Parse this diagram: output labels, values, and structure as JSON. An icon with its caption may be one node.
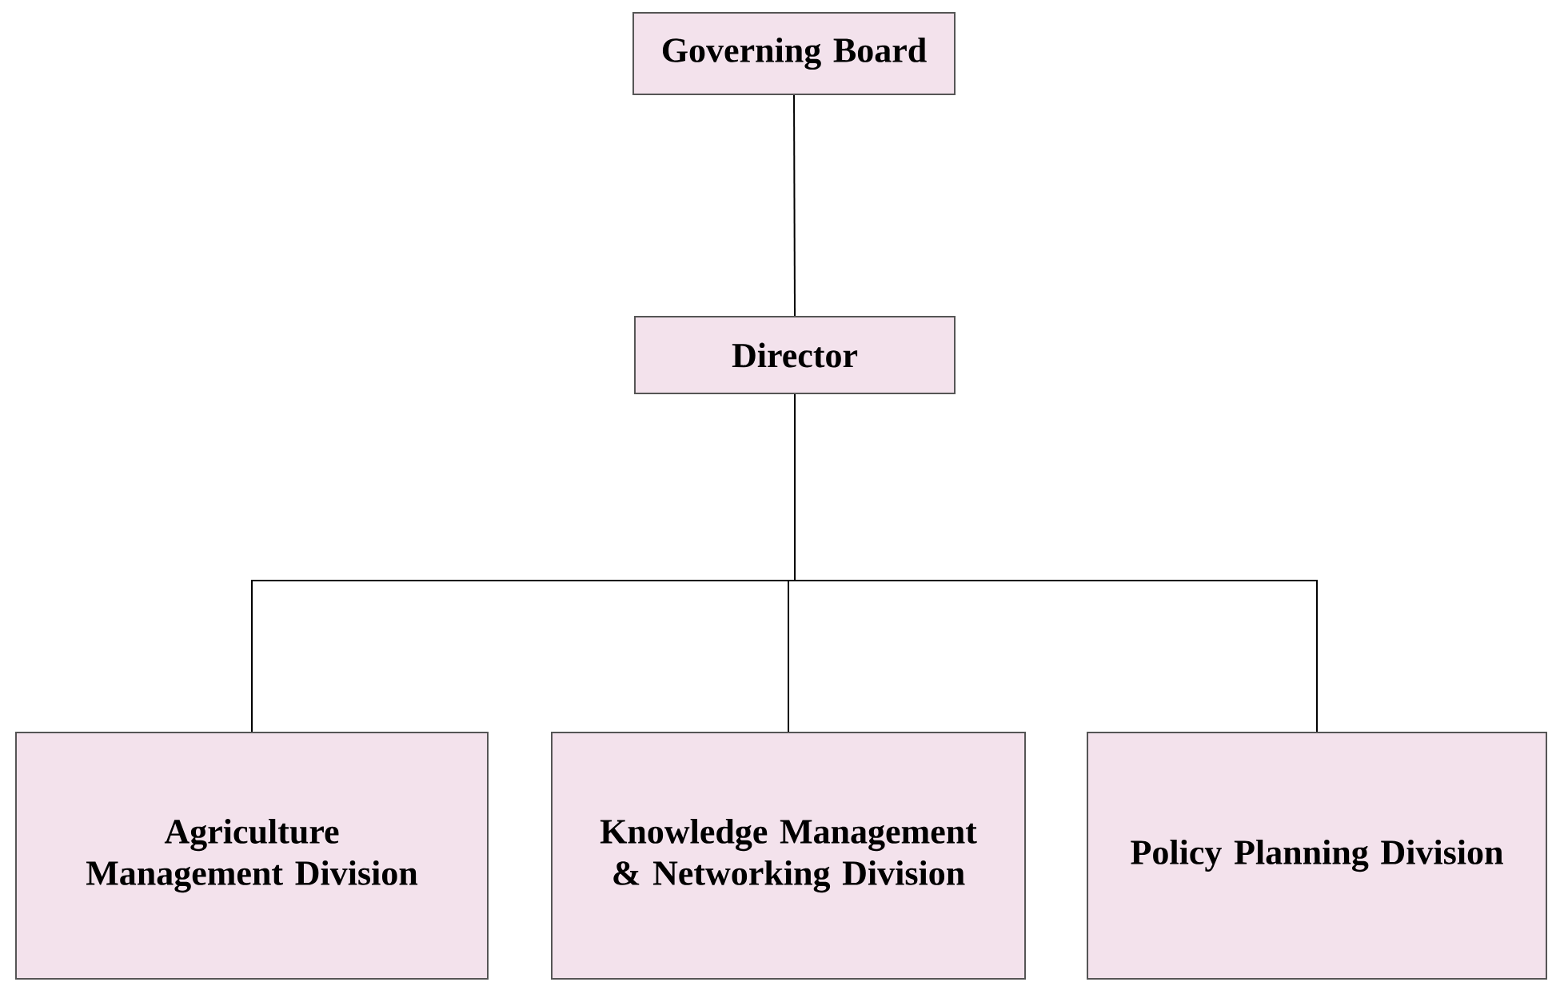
{
  "diagram": {
    "nodes": [
      {
        "text": [
          "Governing Board"
        ]
      },
      {
        "text": [
          "Director"
        ]
      },
      {
        "text": [
          "Agriculture Management Division"
        ]
      },
      {
        "text": [
          "Knowledge Management & Networking Division"
        ]
      },
      {
        "text": [
          "Policy Planning Division"
        ]
      }
    ],
    "edges": [
      {
        "from": 0,
        "to": 1,
        "arrow": "none"
      },
      {
        "from": 1,
        "to": 2,
        "arrow": "none"
      },
      {
        "from": 1,
        "to": 3,
        "arrow": "none"
      },
      {
        "from": 1,
        "to": 4,
        "arrow": "none"
      }
    ]
  }
}
